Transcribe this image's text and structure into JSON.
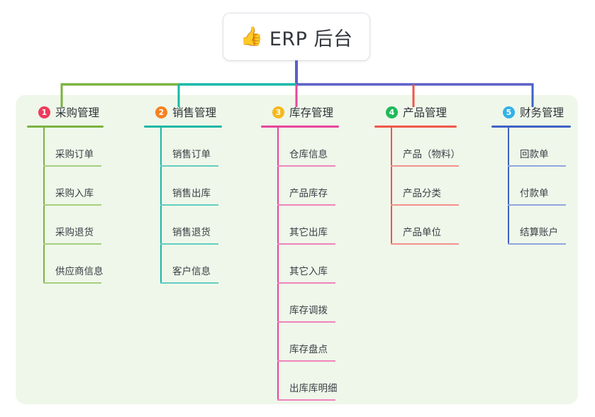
{
  "root": {
    "icon": "thumbs-up-emoji",
    "emoji": "👍",
    "title": "ERP 后台"
  },
  "theme": {
    "canvas_bg": "#eff7ea",
    "root_box_bg": "#ffffff",
    "root_text": "#32363c",
    "trunk_color": "#5b5fc7"
  },
  "branches": [
    {
      "number": "1",
      "label": "采购管理",
      "badge_color": "#ee3b5b",
      "line_color": "#7cb342",
      "item_line_color": "#a5cf7e",
      "items": [
        {
          "label": "采购订单"
        },
        {
          "label": "采购入库"
        },
        {
          "label": "采购退货"
        },
        {
          "label": "供应商信息"
        }
      ]
    },
    {
      "number": "2",
      "label": "销售管理",
      "badge_color": "#f58220",
      "line_color": "#19b8a6",
      "item_line_color": "#63cdc1",
      "items": [
        {
          "label": "销售订单"
        },
        {
          "label": "销售出库"
        },
        {
          "label": "销售退货"
        },
        {
          "label": "客户信息"
        }
      ]
    },
    {
      "number": "3",
      "label": "库存管理",
      "badge_color": "#f5b91c",
      "line_color": "#e8459b",
      "item_line_color": "#ef84bc",
      "items": [
        {
          "label": "仓库信息"
        },
        {
          "label": "产品库存"
        },
        {
          "label": "其它出库"
        },
        {
          "label": "其它入库"
        },
        {
          "label": "库存调拨"
        },
        {
          "label": "库存盘点"
        },
        {
          "label": "出库库明细"
        }
      ]
    },
    {
      "number": "4",
      "label": "产品管理",
      "badge_color": "#21b95b",
      "line_color": "#f0564a",
      "item_line_color": "#f4918a",
      "items": [
        {
          "label": "产品（物料）"
        },
        {
          "label": "产品分类"
        },
        {
          "label": "产品单位"
        }
      ]
    },
    {
      "number": "5",
      "label": "财务管理",
      "badge_color": "#33b1e8",
      "line_color": "#3f62c4",
      "item_line_color": "#8fa6e0",
      "items": [
        {
          "label": "回款单"
        },
        {
          "label": "付款单"
        },
        {
          "label": "结算账户"
        }
      ]
    }
  ]
}
